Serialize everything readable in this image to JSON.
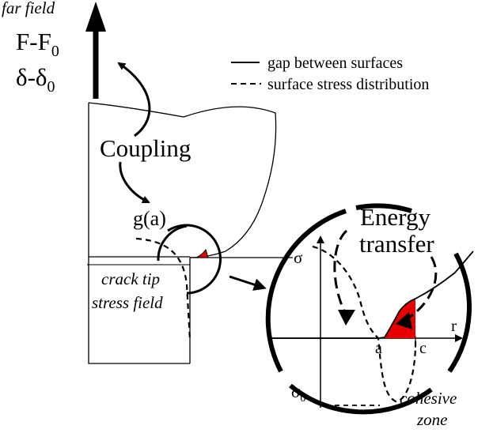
{
  "far_field": {
    "label": "far field",
    "force": "F-F",
    "force_sub": "0",
    "disp": "δ-δ",
    "disp_sub": "0"
  },
  "legend": {
    "solid": "gap between surfaces",
    "dashed": "surface stress distribution"
  },
  "coupling": "Coupling",
  "gap_func": "g(a)",
  "crack_tip": [
    "crack tip",
    "stress field"
  ],
  "energy": [
    "Energy",
    "transfer"
  ],
  "axes": {
    "sigma": "σ",
    "sigma0": "σ",
    "sigma0_sub": "0",
    "r": "r",
    "a": "a",
    "c": "c"
  },
  "cohesive": [
    "cohesive",
    "zone"
  ],
  "colors": {
    "ink": "#000000",
    "cohesive_fill": "#e60000"
  }
}
